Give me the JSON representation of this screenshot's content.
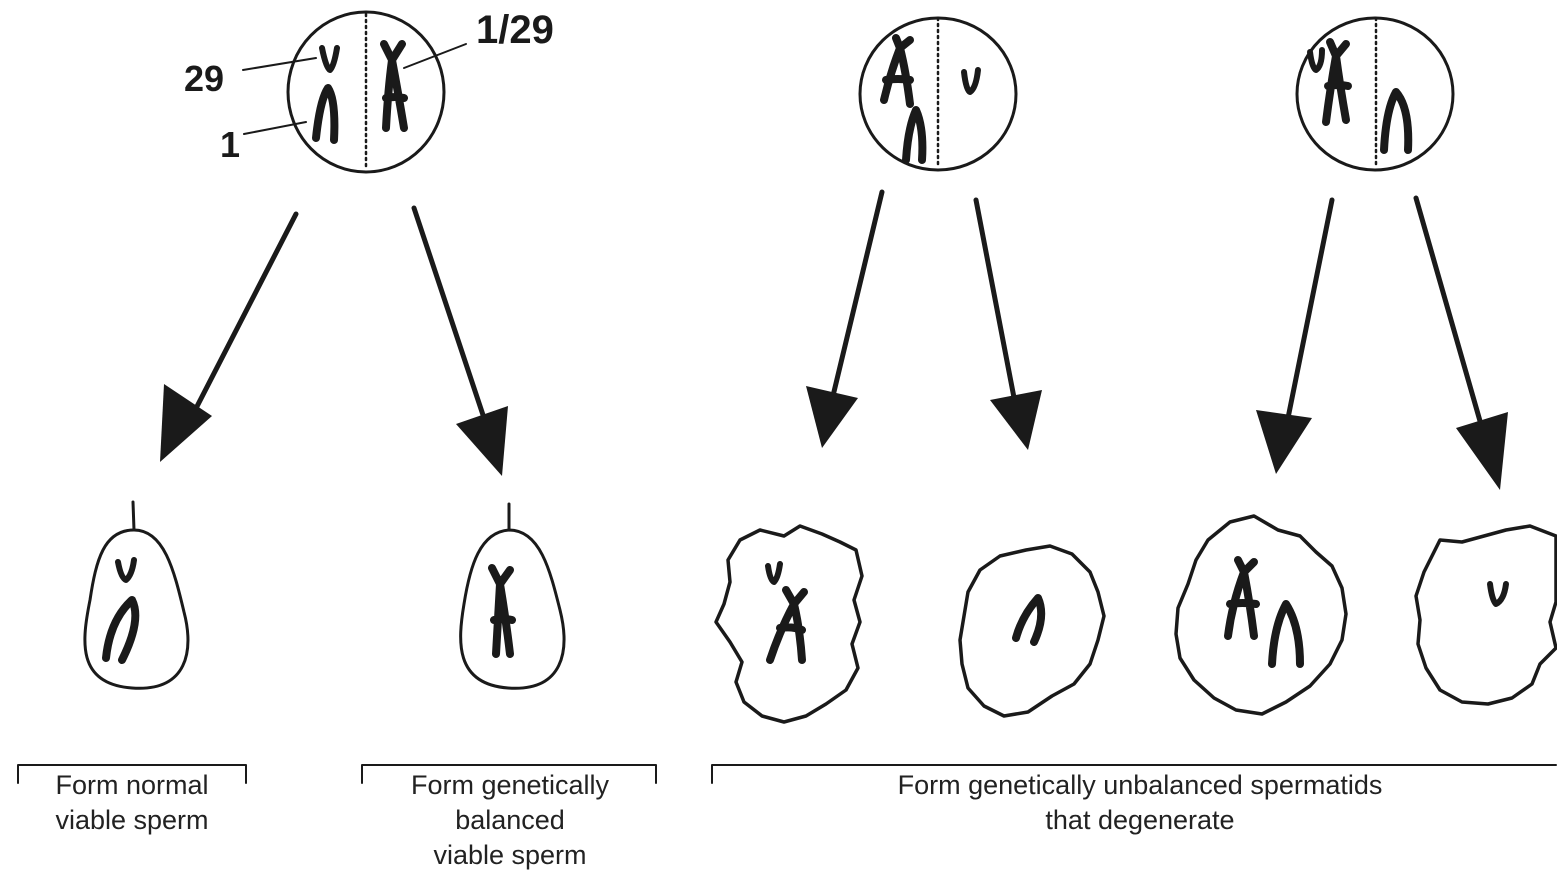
{
  "chromosome_labels": {
    "chr29": "29",
    "chr1": "1",
    "translocation": "1/29"
  },
  "outcomes": {
    "normal": [
      "Form normal",
      "viable sperm"
    ],
    "balanced": [
      "Form genetically",
      "balanced",
      "viable sperm"
    ],
    "unbalanced": [
      "Form genetically unbalanced spermatids",
      "that degenerate"
    ]
  },
  "colors": {
    "ink": "#1a1a1a",
    "text": "#222222",
    "background": "#ffffff"
  }
}
